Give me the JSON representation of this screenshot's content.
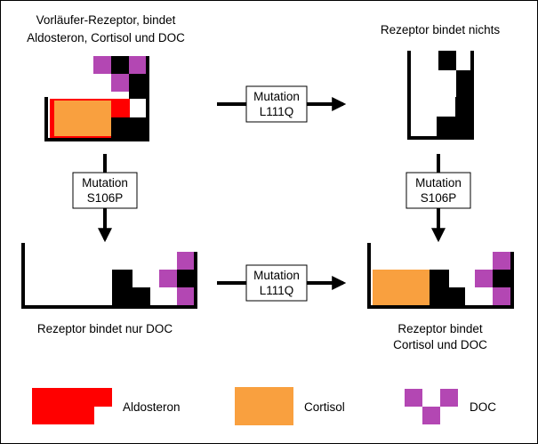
{
  "colors": {
    "aldosterone": "#ff0000",
    "cortisol": "#f9a03f",
    "doc": "#b347b3",
    "receptor": "#000000",
    "background": "#ffffff"
  },
  "states": {
    "ancestral": {
      "title_line1": "Vorläufer-Rezeptor, bindet",
      "title_line2": "Aldosteron, Cortisol und DOC"
    },
    "l111q": {
      "title": "Rezeptor bindet nichts"
    },
    "s106p": {
      "title": "Rezeptor bindet nur DOC"
    },
    "double": {
      "title_line1": "Rezeptor bindet",
      "title_line2": "Cortisol und DOC"
    }
  },
  "mutations": {
    "top": {
      "line1": "Mutation",
      "line2": "L111Q"
    },
    "left": {
      "line1": "Mutation",
      "line2": "S106P"
    },
    "right": {
      "line1": "Mutation",
      "line2": "S106P"
    },
    "bottom": {
      "line1": "Mutation",
      "line2": "L111Q"
    }
  },
  "legend": {
    "aldosterone": "Aldosteron",
    "cortisol": "Cortisol",
    "doc": "DOC"
  }
}
